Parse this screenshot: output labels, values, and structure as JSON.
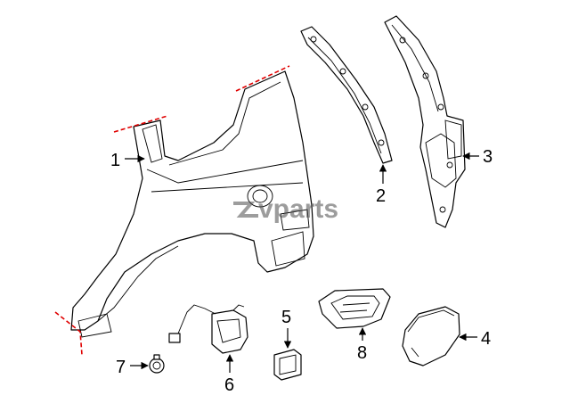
{
  "watermark": "vparts",
  "callouts": [
    {
      "id": "part-1",
      "label": "1"
    },
    {
      "id": "part-2",
      "label": "2"
    },
    {
      "id": "part-3",
      "label": "3"
    },
    {
      "id": "part-4",
      "label": "4"
    },
    {
      "id": "part-5",
      "label": "5"
    },
    {
      "id": "part-6",
      "label": "6"
    },
    {
      "id": "part-7",
      "label": "7"
    },
    {
      "id": "part-8",
      "label": "8"
    }
  ],
  "colors": {
    "line": "#000000",
    "cut_line": "#e00000",
    "watermark": "#4d4d4d",
    "background": "#ffffff"
  }
}
